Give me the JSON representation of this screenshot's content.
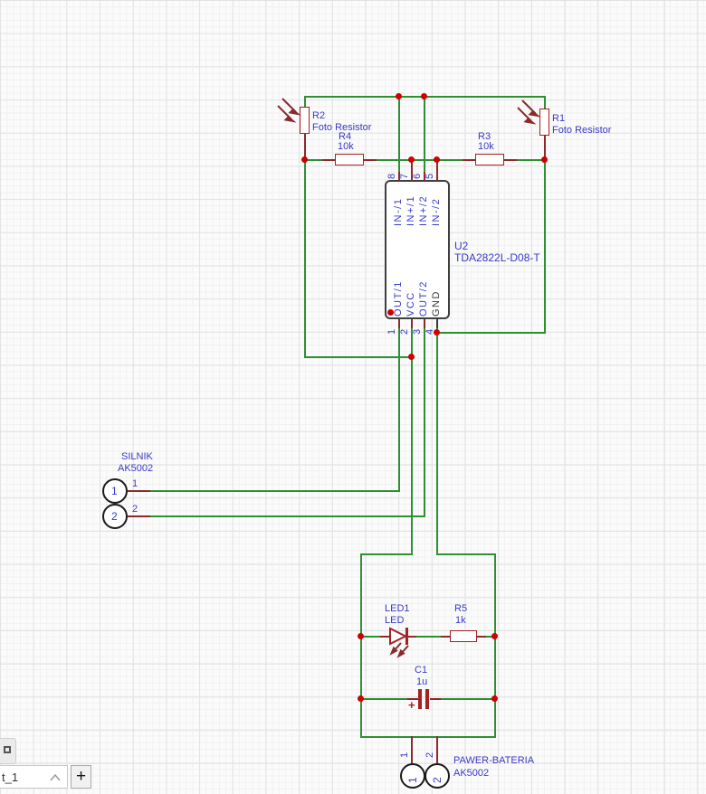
{
  "ui": {
    "sheet_tab": "t_1",
    "add_button": "+"
  },
  "schematic": {
    "photo_r2": {
      "ref": "R2",
      "value": "Foto Resistor"
    },
    "photo_r1": {
      "ref": "R1",
      "value": "Foto Resistor"
    },
    "r4": {
      "ref": "R4",
      "value": "10k"
    },
    "r3": {
      "ref": "R3",
      "value": "10k"
    },
    "r5": {
      "ref": "R5",
      "value": "1k"
    },
    "led1": {
      "ref": "LED1",
      "value": "LED"
    },
    "c1": {
      "ref": "C1",
      "value": "1u",
      "plus": "+"
    },
    "u2": {
      "ref": "U2",
      "part": "TDA2822L-D08-T",
      "top_pins": [
        {
          "num": "8",
          "name": "IN-/1"
        },
        {
          "num": "7",
          "name": "IN+/1"
        },
        {
          "num": "6",
          "name": "IN+/2"
        },
        {
          "num": "5",
          "name": "IN-/2"
        }
      ],
      "bottom_pins": [
        {
          "num": "1",
          "name": "OUT/1"
        },
        {
          "num": "2",
          "name": "VCC"
        },
        {
          "num": "3",
          "name": "OUT/2"
        },
        {
          "num": "4",
          "name": "GND"
        }
      ]
    },
    "silnik": {
      "name": "SILNIK",
      "part": "AK5002",
      "pins": [
        "1",
        "2"
      ]
    },
    "bateria": {
      "name": "PAWER-BATERIA",
      "part": "AK5002",
      "pins": [
        "1",
        "2"
      ]
    }
  },
  "colors": {
    "wire": "#2f9032",
    "stub": "#8b2b2b",
    "comp": "#a42222",
    "dot": "#ce0000",
    "label": "#3a3ac8",
    "pin_dark": "#3a3a3a",
    "ic_border": "#3f3f3f",
    "circle": "#1b1b1b",
    "grid_major": "#e2e2e2",
    "grid_minor": "#f1f1f1"
  }
}
